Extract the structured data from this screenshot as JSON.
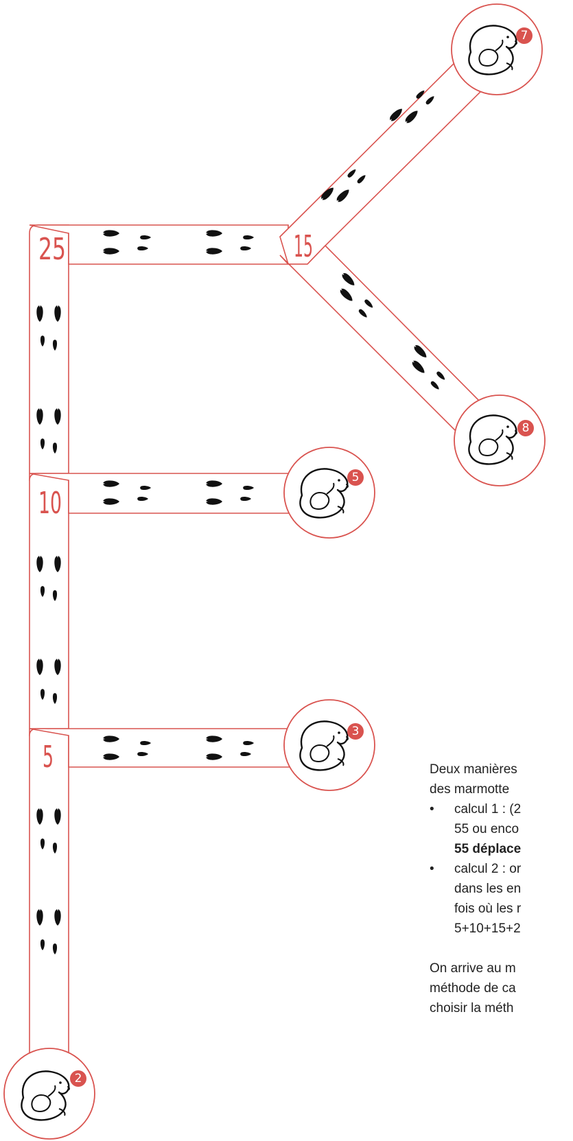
{
  "nodes": [
    {
      "id": "den-2",
      "badge": "2"
    },
    {
      "id": "den-3",
      "badge": "3"
    },
    {
      "id": "den-5",
      "badge": "5"
    },
    {
      "id": "den-7",
      "badge": "7"
    },
    {
      "id": "den-8",
      "badge": "8"
    }
  ],
  "junction_labels": {
    "j5": "5",
    "j10": "10",
    "j25": "25",
    "j15": "15"
  },
  "text": {
    "intro_line1": "Deux manières",
    "intro_line2": "des marmotte",
    "item1_line1": "calcul 1 : (2",
    "item1_line2": "55 ou enco",
    "item1_line3": "55 déplace",
    "item2_line1": "calcul 2 : or",
    "item2_line2": "dans les en",
    "item2_line3": "fois où les r",
    "item2_line4": "5+10+15+2",
    "outro_line1": "On arrive au m",
    "outro_line2": "méthode de ca",
    "outro_line3": "choisir la méth",
    "bullet": "•"
  },
  "colors": {
    "accent": "#d9534f",
    "ink": "#111111"
  },
  "icons": {
    "den": "curled-marmot-icon",
    "track": "paw-print-icon"
  }
}
